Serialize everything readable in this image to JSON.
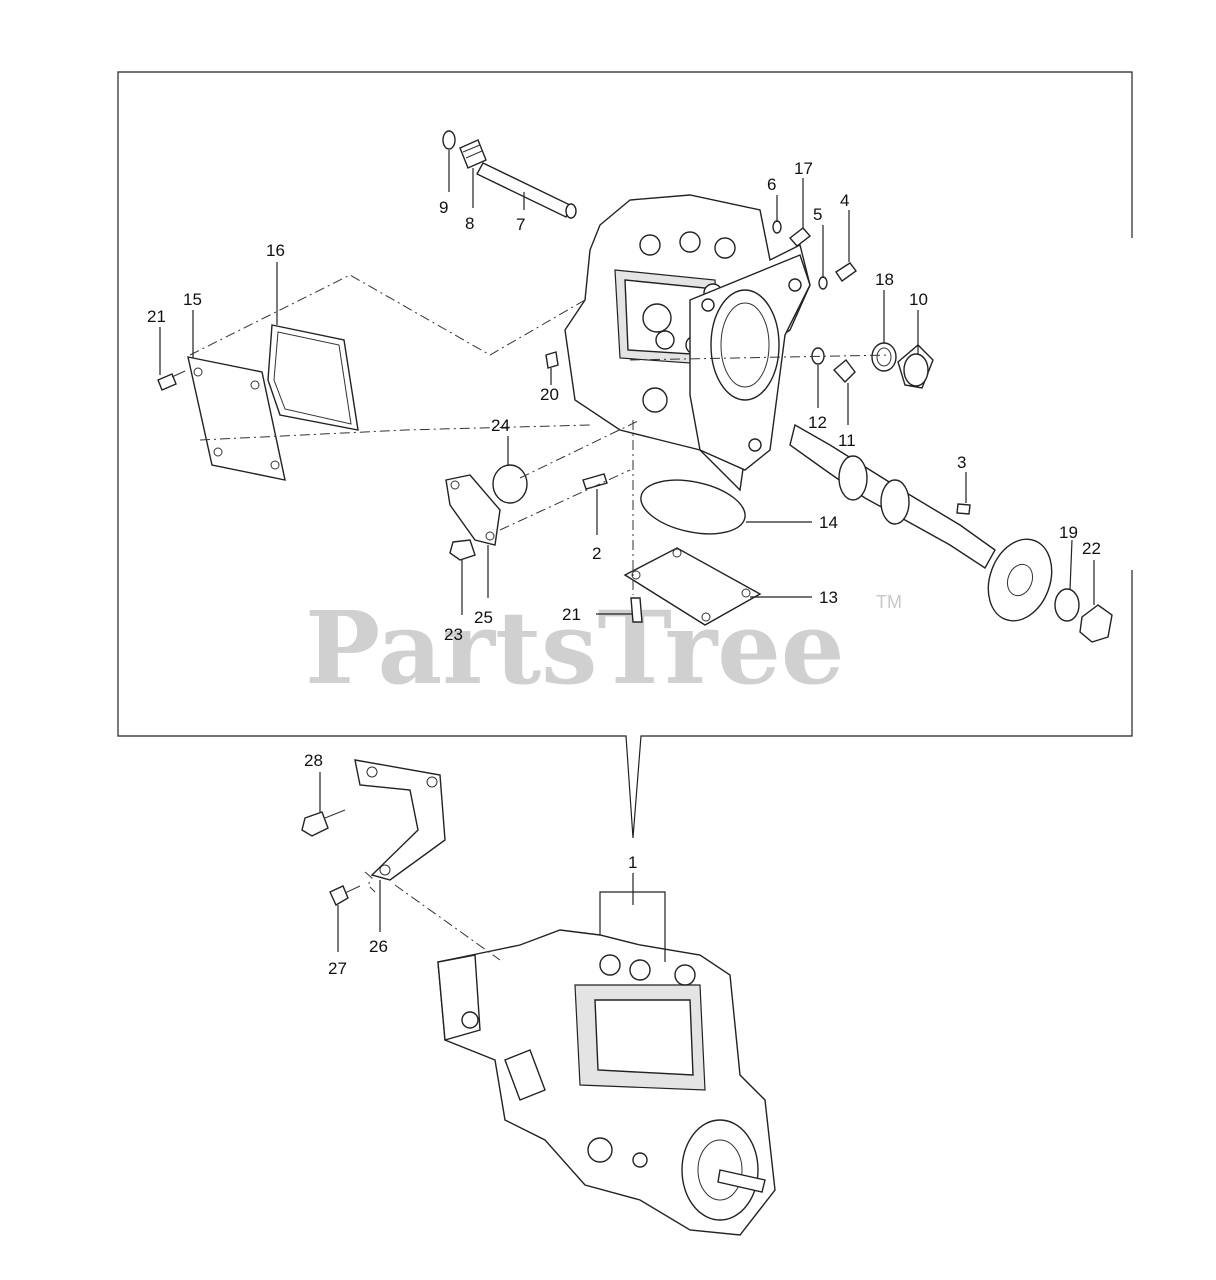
{
  "watermark": {
    "text": "PartsTree",
    "tm": "TM"
  },
  "callouts": {
    "c1": "1",
    "c2": "2",
    "c3": "3",
    "c4": "4",
    "c5": "5",
    "c6": "6",
    "c7": "7",
    "c8": "8",
    "c9": "9",
    "c10": "10",
    "c11": "11",
    "c12": "12",
    "c13": "13",
    "c14": "14",
    "c15": "15",
    "c16": "16",
    "c17": "17",
    "c18": "18",
    "c19": "19",
    "c20": "20",
    "c21a": "21",
    "c21b": "21",
    "c22": "22",
    "c23": "23",
    "c24": "24",
    "c25": "25",
    "c26": "26",
    "c27": "27",
    "c28": "28"
  }
}
